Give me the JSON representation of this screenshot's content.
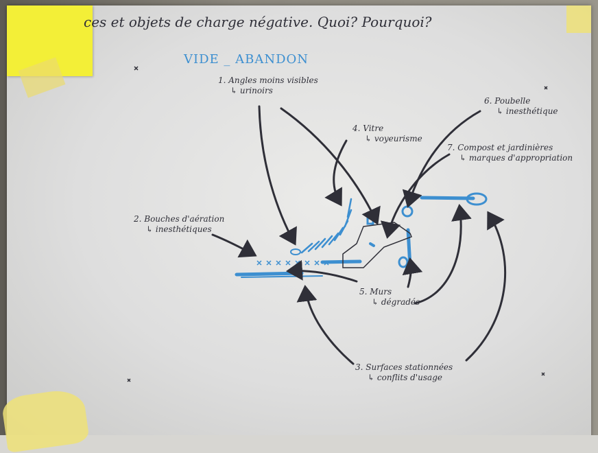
{
  "header": {
    "text": "ces et objets de charge négative. Quoi? Pourquoi?"
  },
  "title": {
    "text": "VIDE _ ABANDON"
  },
  "labels": {
    "l1": {
      "title": "1. Angles moins visibles",
      "sub": "↳ urinoirs"
    },
    "l2": {
      "title": "2. Bouches d'aération",
      "sub": "↳ inesthétiques"
    },
    "l3": {
      "title": "3. Surfaces stationnées",
      "sub": "↳ conflits d'usage"
    },
    "l4": {
      "title": "4. Vitre",
      "sub": "↳ voyeurisme"
    },
    "l5": {
      "title": "5. Murs",
      "sub": "↳ dégradés"
    },
    "l6": {
      "title": "6. Poubelle",
      "sub": "↳ inesthétique"
    },
    "l7": {
      "title": "7. Compost et jardinières",
      "sub": "↳ marques d'appropriation"
    }
  },
  "colors": {
    "ink_dark": "#2f2f38",
    "ink_blue": "#3d8fd0",
    "sticky": "#f3ef37"
  }
}
